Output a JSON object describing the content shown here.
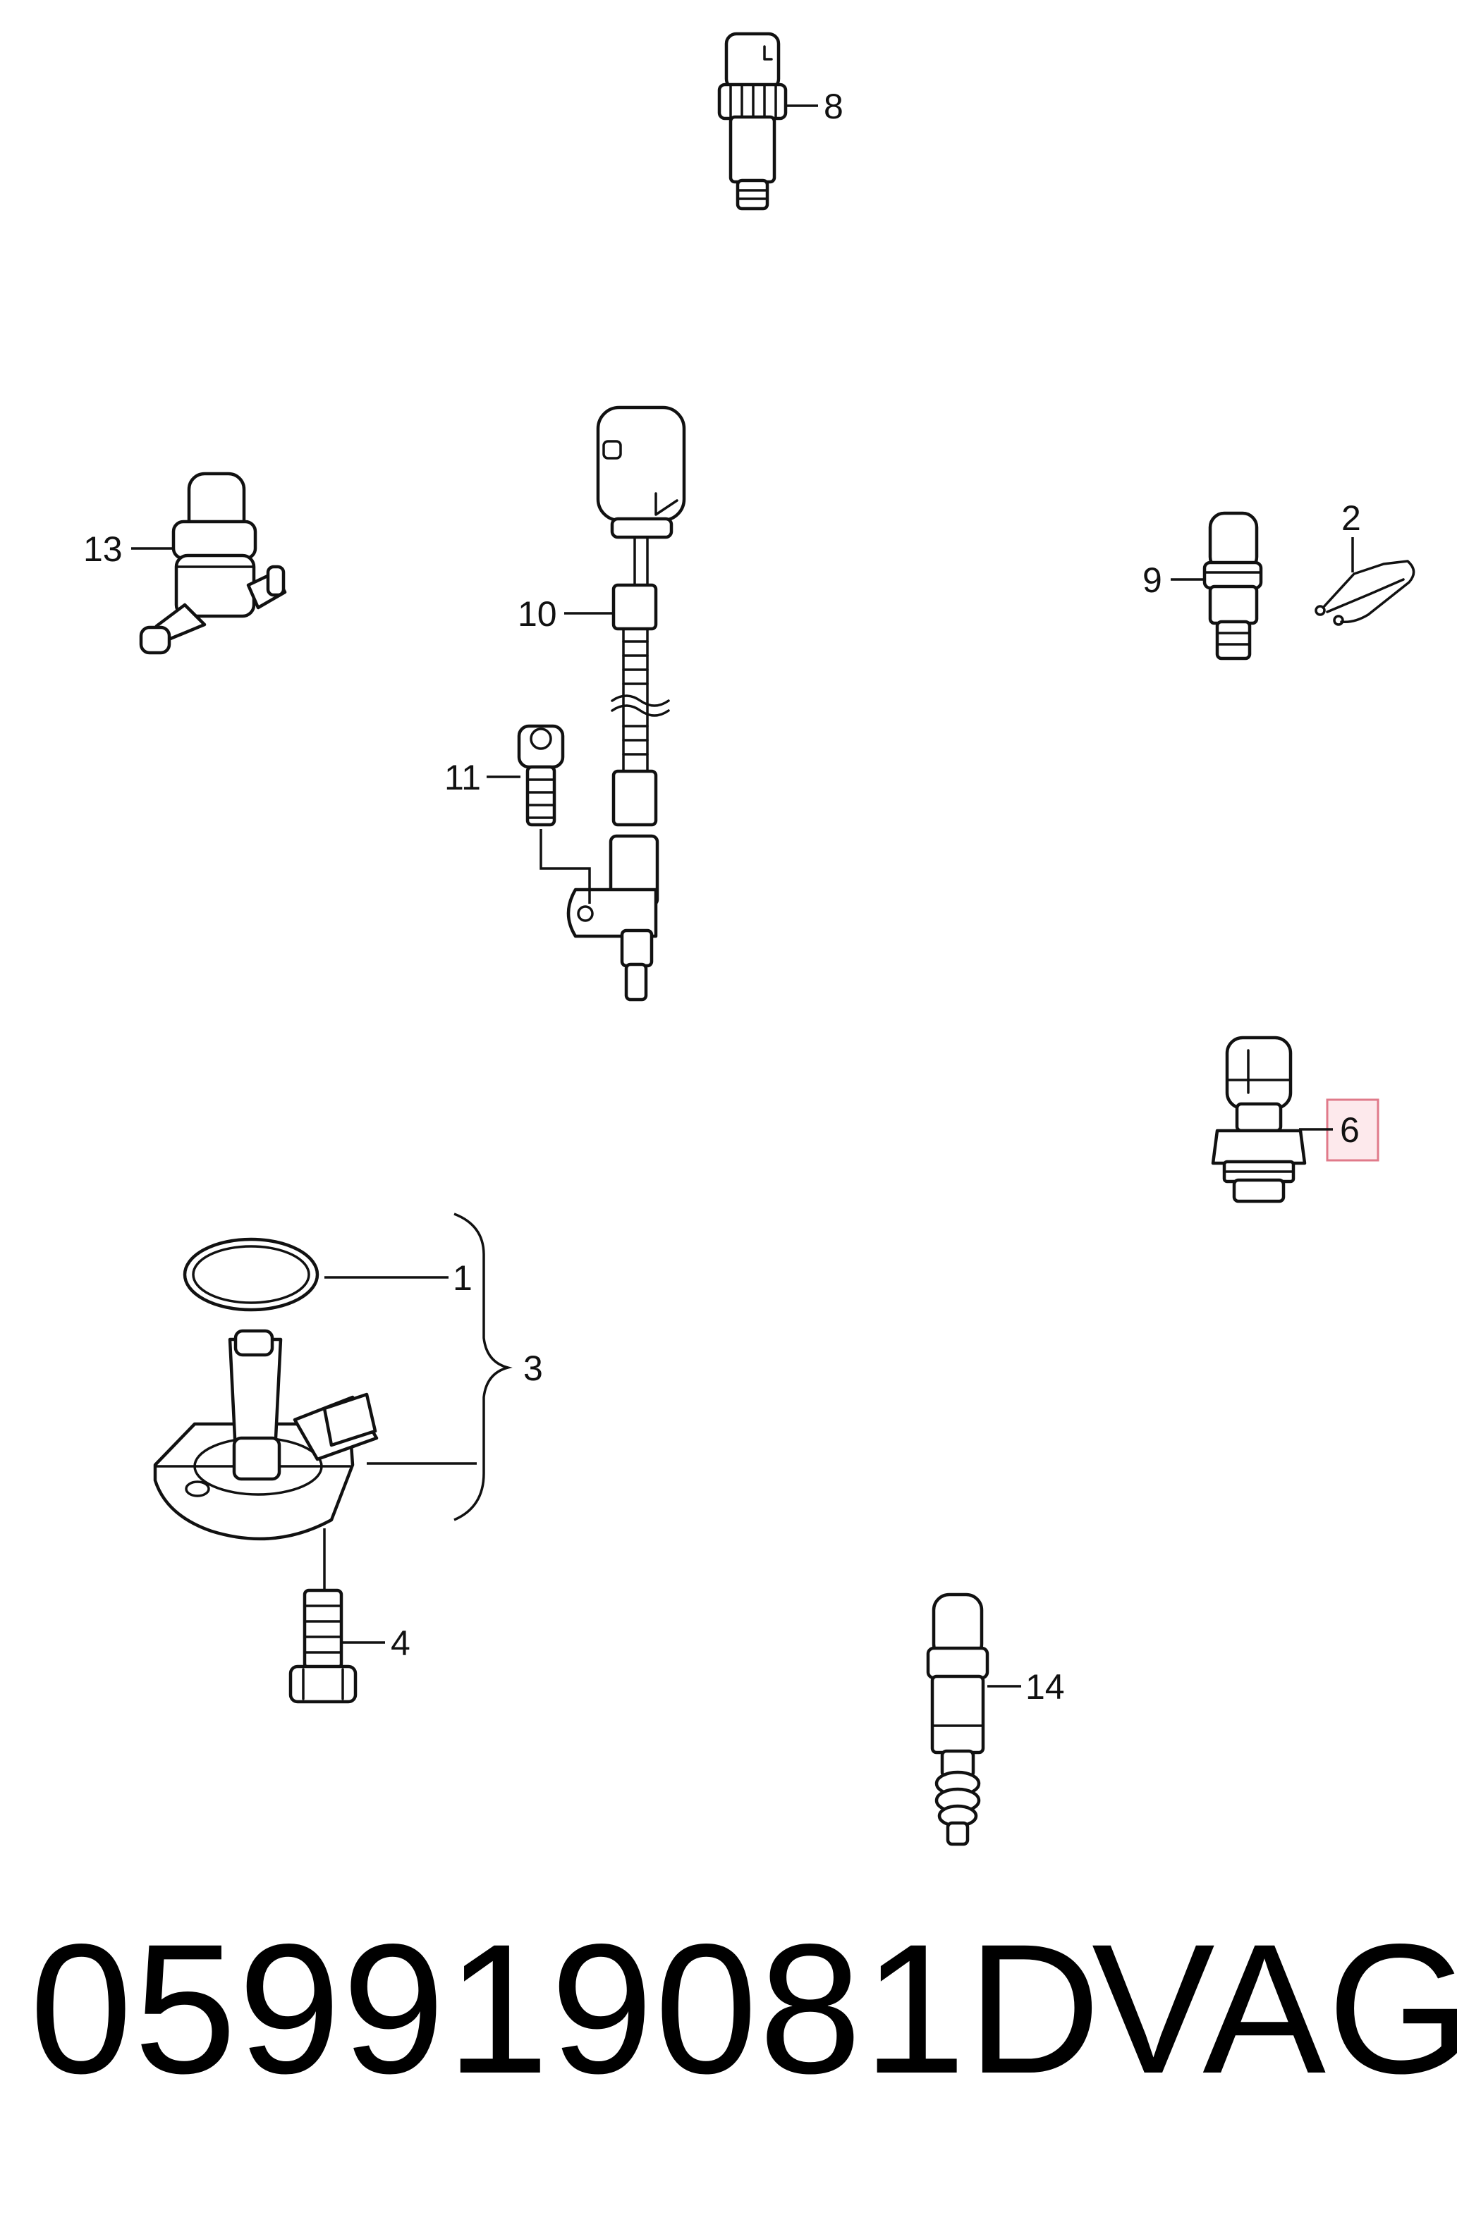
{
  "diagram": {
    "callouts": {
      "c1": "1",
      "c2": "2",
      "c3": "3",
      "c4": "4",
      "c6": "6",
      "c8": "8",
      "c9": "9",
      "c10": "10",
      "c11": "11",
      "c13": "13",
      "c14": "14"
    },
    "highlighted_callout": "6",
    "highlight_color": "#fde9ec",
    "highlight_border_color": "#e07a8a"
  },
  "footer": {
    "part_number": "059919081D",
    "brand": "VAG"
  }
}
